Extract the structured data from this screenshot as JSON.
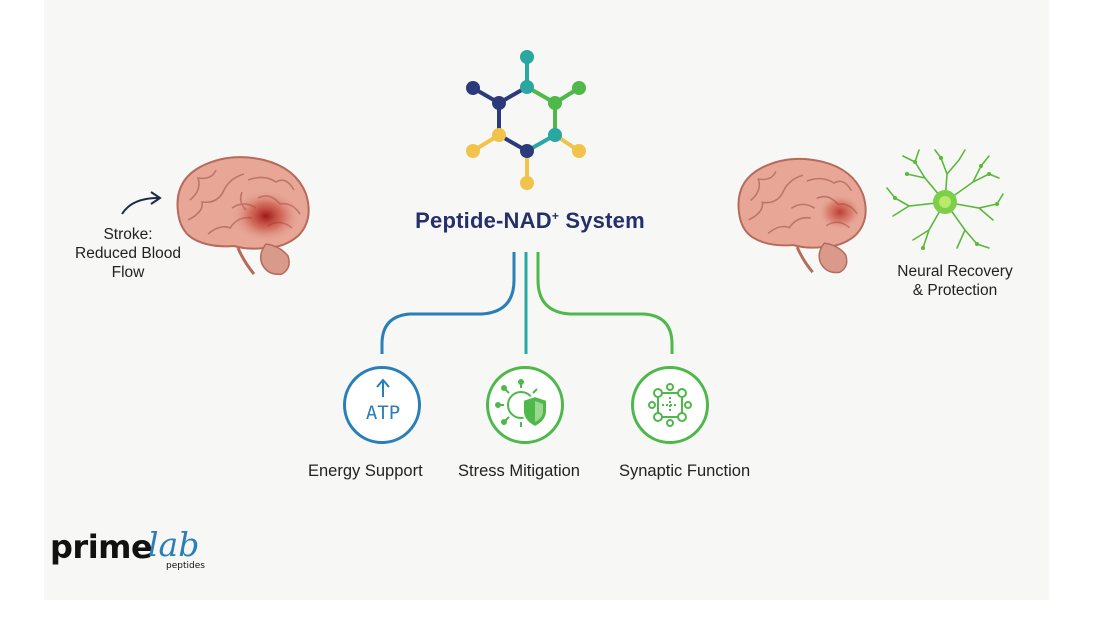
{
  "diagram": {
    "center_title": "Peptide-NAD",
    "center_title_sup": "+",
    "center_title_suffix": " System",
    "left_label_line1": "Stroke:",
    "left_label_line2": "Reduced Blood",
    "left_label_line3": "Flow",
    "right_label_line1": "Neural Recovery",
    "right_label_line2": "& Protection",
    "features": [
      {
        "label": "Energy Support",
        "icon": "atp-icon",
        "icon_text": "ATP",
        "color": "#2a7fb8"
      },
      {
        "label": "Stress Mitigation",
        "icon": "shield-virus-icon",
        "color": "#4fb84a"
      },
      {
        "label": "Synaptic Function",
        "icon": "network-nodes-icon",
        "color": "#4fb84a"
      }
    ]
  },
  "logo": {
    "prime": "prime",
    "lab": "lab",
    "sub": "peptides"
  },
  "colors": {
    "title": "#25306b",
    "navy": "#2b3a7a",
    "teal": "#2aa7a0",
    "blue": "#2a7fb8",
    "green": "#4fb84a",
    "yellow": "#f2c34a",
    "brain": "#e5a394"
  }
}
